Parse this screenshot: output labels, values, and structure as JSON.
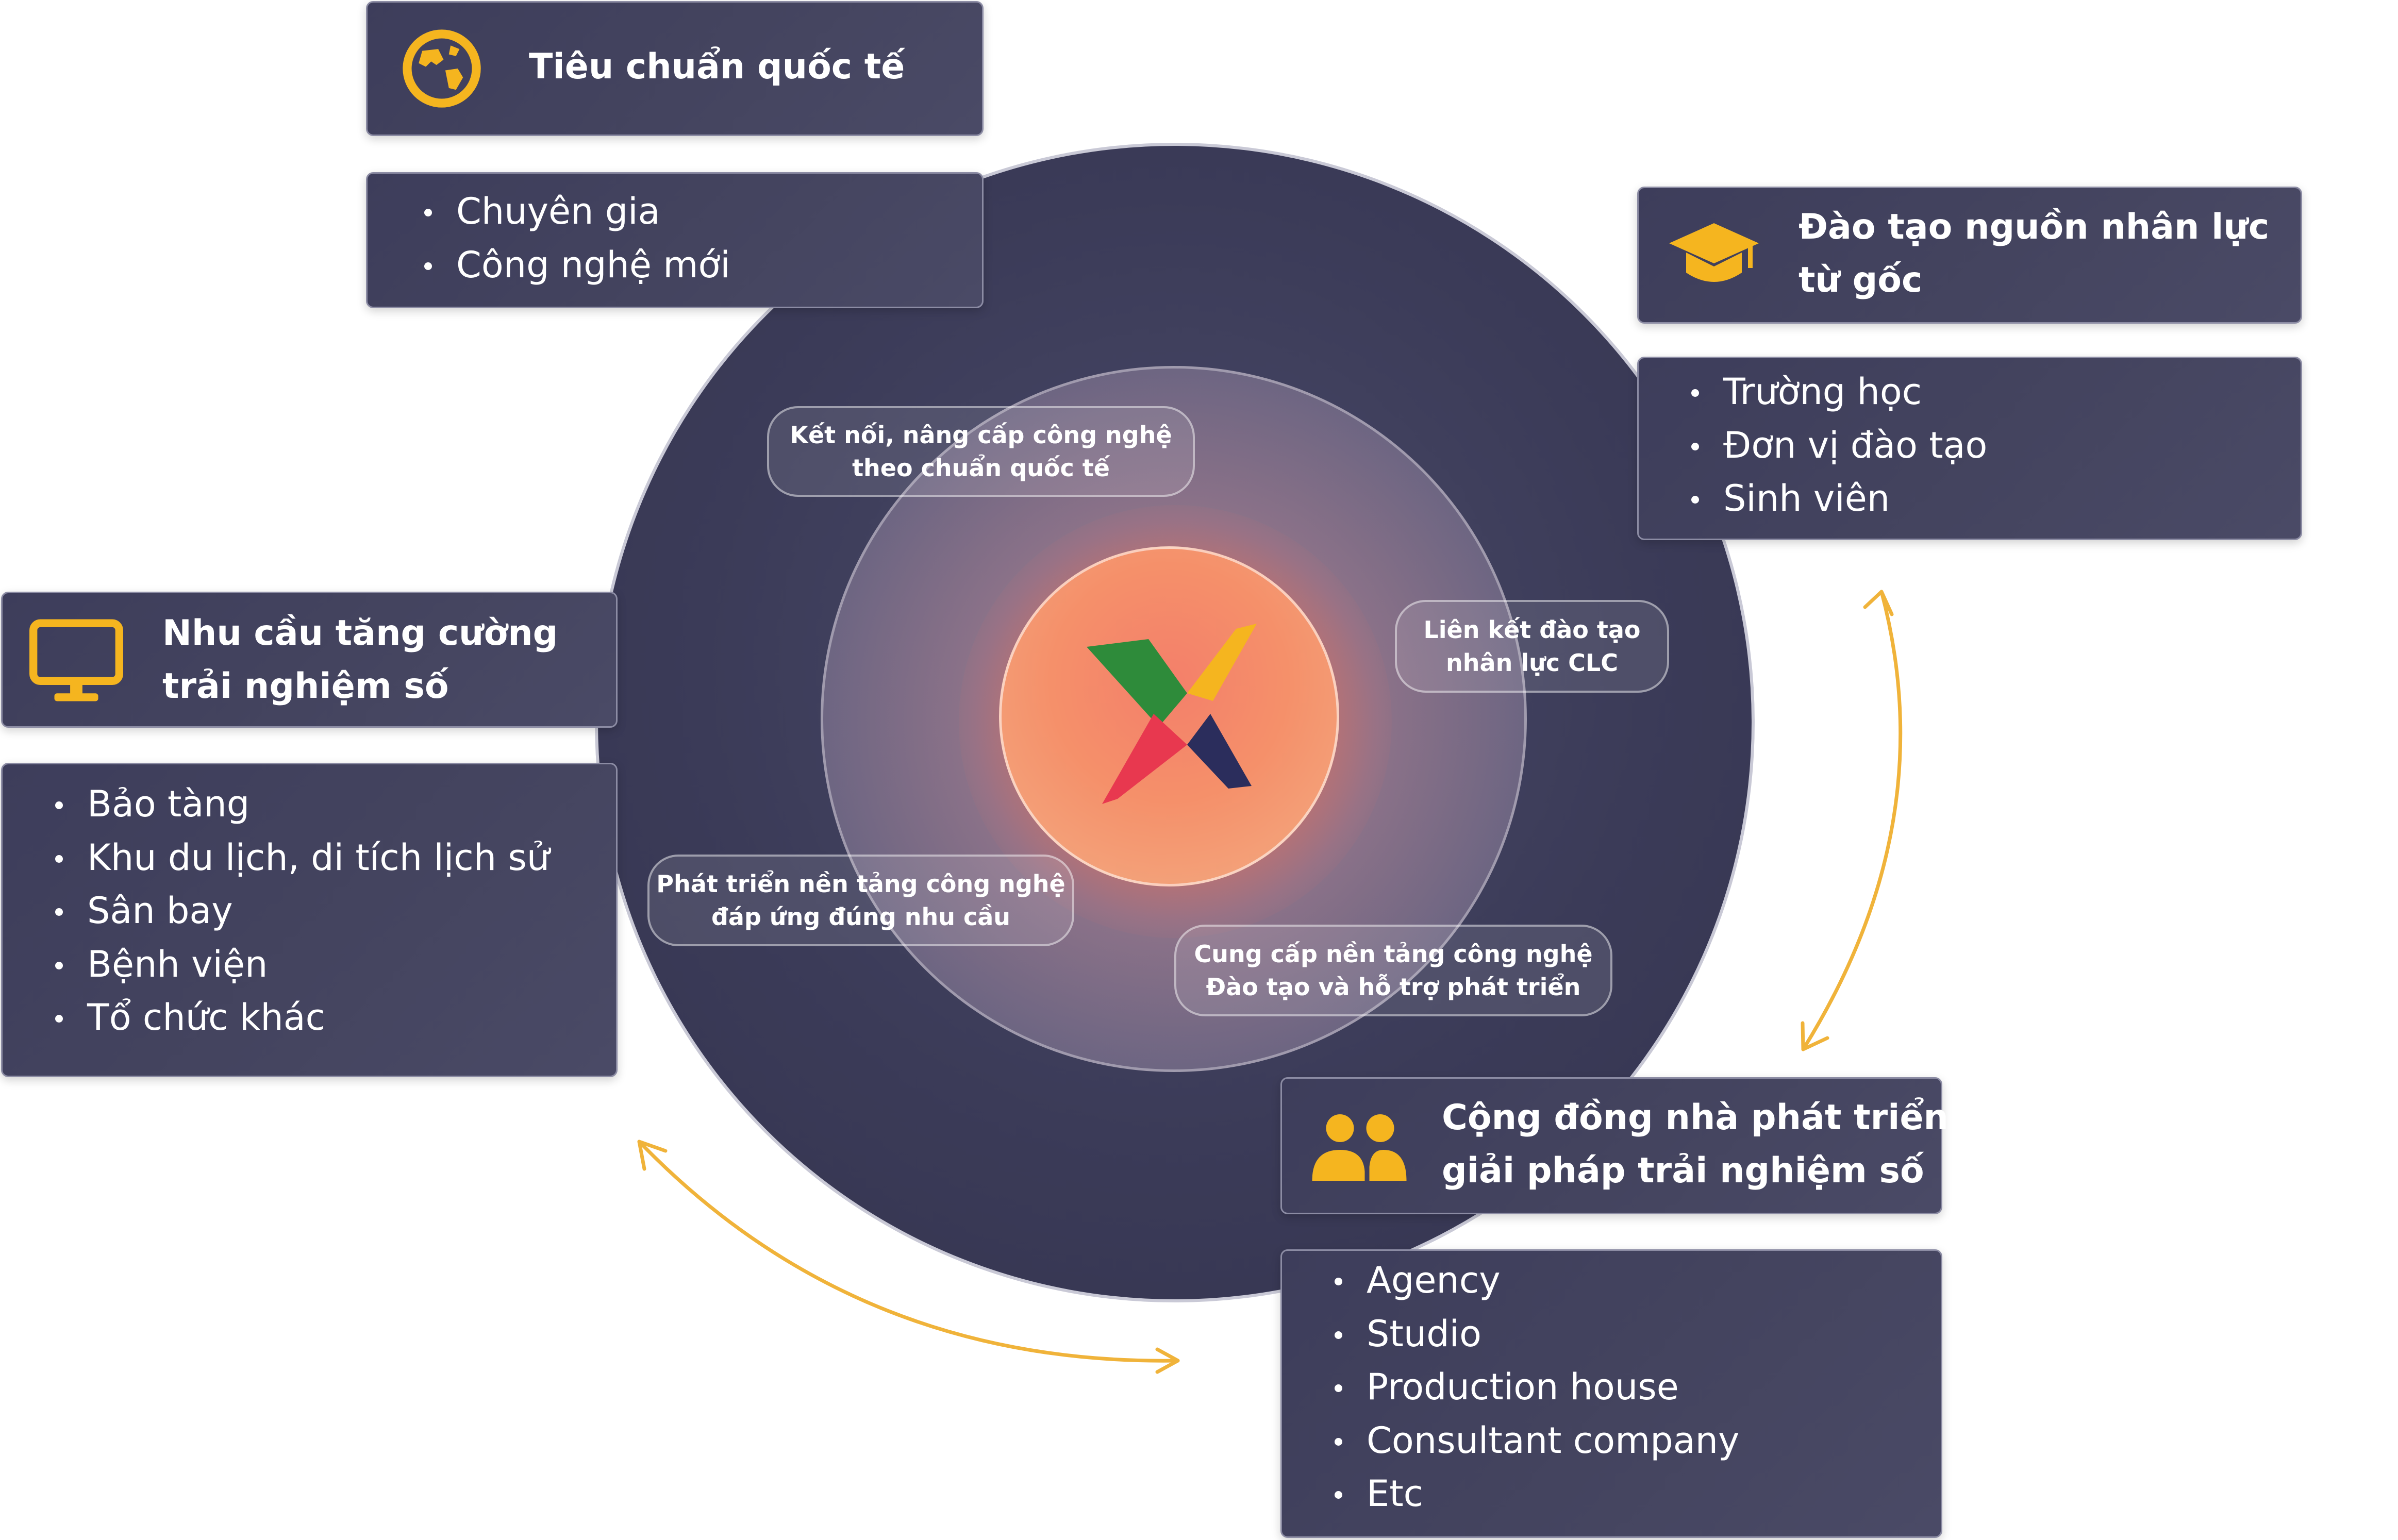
{
  "center": {
    "logo": "x-logo",
    "pills": [
      "Kết nối, nâng cấp công nghệ\ntheo chuẩn quốc tế",
      "Liên kết đào tạo\nnhân lực CLC",
      "Phát triển nền tảng công nghệ\nđáp ứng đúng nhu cầu",
      "Cung cấp nền tảng công nghệ\nĐào tạo và hỗ trợ phát triển"
    ]
  },
  "panels": {
    "international": {
      "icon": "globe-icon",
      "title": "Tiêu chuẩn quốc tế",
      "items": [
        "Chuyên gia",
        "Công nghệ mới"
      ]
    },
    "training": {
      "icon": "graduation-cap-icon",
      "title_lines": [
        "Đào tạo nguồn nhân lực",
        "từ gốc"
      ],
      "items": [
        "Trường học",
        "Đơn vị đào tạo",
        "Sinh viên"
      ]
    },
    "demand": {
      "icon": "monitor-icon",
      "title_lines": [
        "Nhu cầu tăng cường",
        "trải nghiệm số"
      ],
      "items": [
        "Bảo tàng",
        "Khu du lịch, di tích lịch sử",
        "Sân bay",
        "Bệnh viện",
        "Tổ chức khác"
      ]
    },
    "community": {
      "icon": "users-icon",
      "title_lines": [
        "Cộng đồng nhà phát triển",
        "giải pháp trải nghiệm số"
      ],
      "items": [
        "Agency",
        "Studio",
        "Production house",
        "Consultant company",
        "Etc"
      ]
    }
  },
  "colors": {
    "accent": "#f5b51f",
    "panel": "#40405e",
    "arrow": "#f0b33a",
    "logo_green": "#2e8b3a",
    "logo_yellow": "#f5b51f",
    "logo_red": "#e8384f",
    "logo_navy": "#2b2d5c"
  }
}
